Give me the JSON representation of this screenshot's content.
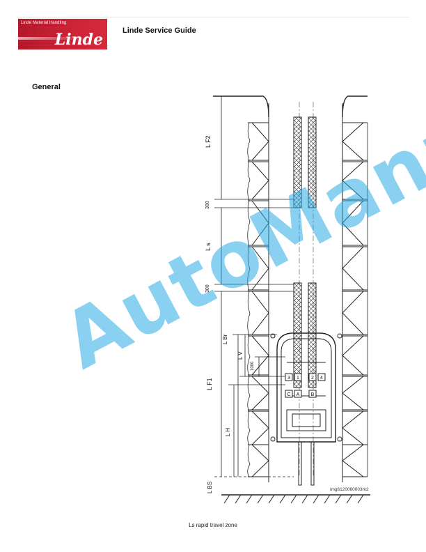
{
  "header": {
    "logo_subtitle": "Linde Material Handling",
    "logo_wordmark": "Linde",
    "title": "Linde Service Guide"
  },
  "section": {
    "title": "General"
  },
  "figure": {
    "image_code": "img6120060003m2",
    "dim_300_upper": "300",
    "dim_300_lower": "300",
    "dim_1000": "1000",
    "label_LF2": "L F2",
    "label_Ls": "L s",
    "label_LBr": "L Br",
    "label_LV": "L V",
    "label_LF1": "L F1",
    "label_LH": "L H",
    "label_LBS": "L BS",
    "sensor_1": "1",
    "sensor_2": "2",
    "sensor_3": "3",
    "sensor_4": "4",
    "sensor_A": "A",
    "sensor_B": "B",
    "sensor_C": "C"
  },
  "caption": "Ls  rapid travel zone",
  "watermark": "AutoManual"
}
